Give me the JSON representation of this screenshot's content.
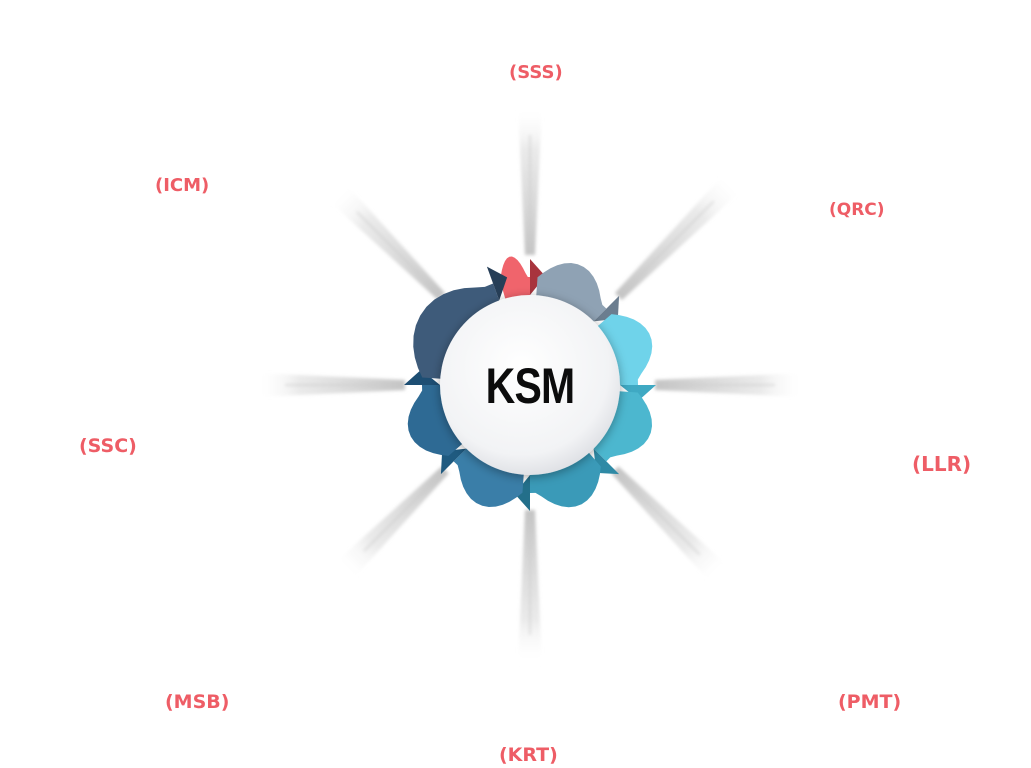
{
  "center": {
    "label": "KSM"
  },
  "labels": {
    "sss": "(SSS)",
    "qrc": "(QRC)",
    "llr": "(LLR)",
    "pmt": "(PMT)",
    "krt": "(KRT)",
    "msb": "(MSB)",
    "ssc": "(SSC)",
    "icm": "(ICM)"
  },
  "colors": {
    "label": "#ee5d66",
    "petal_coral": "#f0646c",
    "petal_slate": "#8fa2b4",
    "petal_sky": "#6fd3ea",
    "petal_teal_light": "#4cb7cf",
    "petal_teal": "#3a9ab8",
    "petal_blue": "#3a7ea8",
    "petal_steel": "#2e6a94",
    "petal_navy": "#3e5b7a",
    "hub": "#f4f5f7"
  }
}
